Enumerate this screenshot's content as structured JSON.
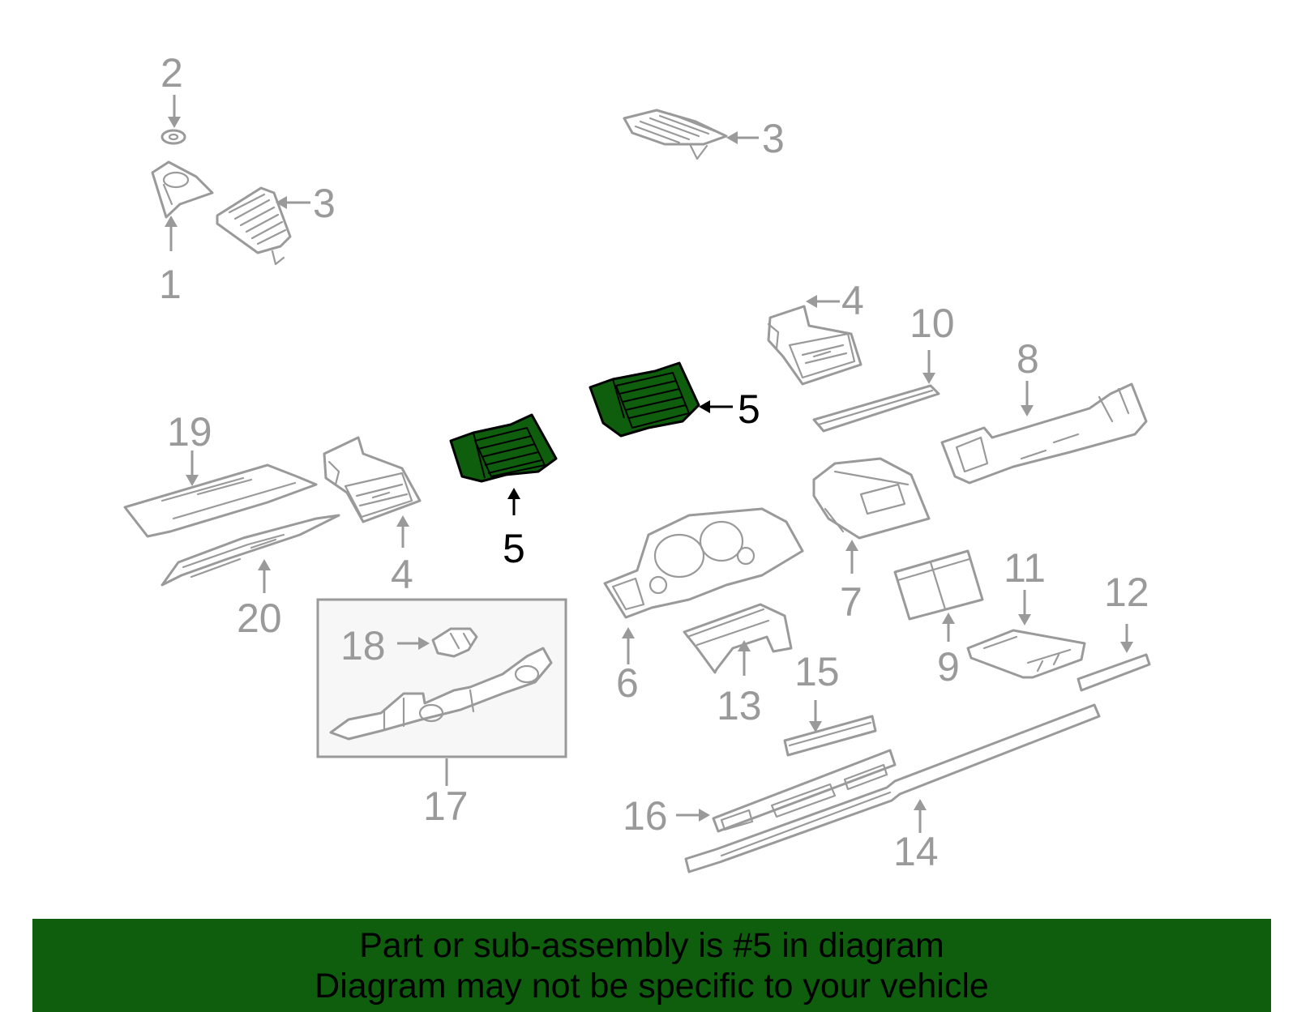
{
  "colors": {
    "highlight": "#0e5e0e",
    "part_outline": "#9a9a9a",
    "banner_background": "#0e5e0e"
  },
  "callouts": {
    "c1": "1",
    "c2": "2",
    "c3a": "3",
    "c3b": "3",
    "c4a": "4",
    "c4b": "4",
    "c5a": "5",
    "c5b": "5",
    "c6": "6",
    "c7": "7",
    "c8": "8",
    "c9": "9",
    "c10": "10",
    "c11": "11",
    "c12": "12",
    "c13": "13",
    "c14": "14",
    "c15": "15",
    "c16": "16",
    "c17": "17",
    "c18": "18",
    "c19": "19",
    "c20": "20"
  },
  "highlighted_part": "5",
  "banner": {
    "line1": "Part or sub-assembly is #5 in diagram",
    "line2": "Diagram may not be specific to your vehicle"
  }
}
